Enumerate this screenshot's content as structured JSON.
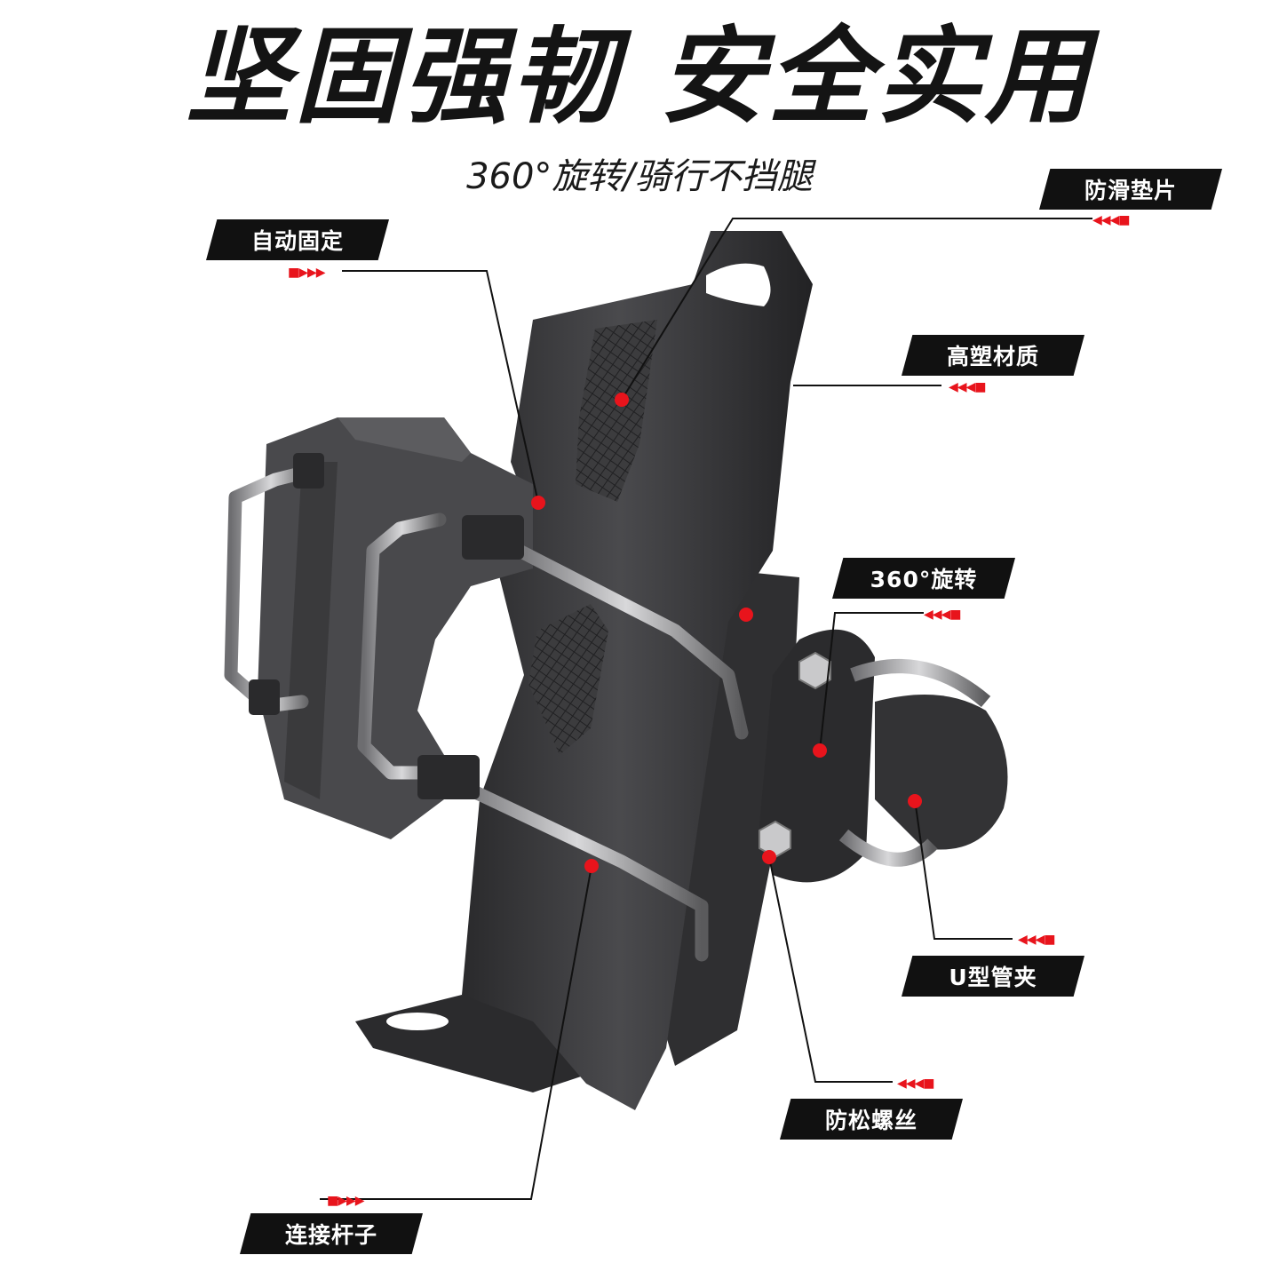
{
  "headline": "坚固强韧 安全实用",
  "subline": "360°旋转/骑行不挡腿",
  "callouts": {
    "auto_fix": "自动固定",
    "anti_slip": "防滑垫片",
    "high_plastic": "高塑材质",
    "rotate": "360°旋转",
    "u_clamp": "U型管夹",
    "anti_loose": "防松螺丝",
    "rod": "连接杆子"
  },
  "colors": {
    "accent": "#e8141c",
    "tag_bg": "#111111",
    "body_plastic": "#3a3a3c"
  }
}
